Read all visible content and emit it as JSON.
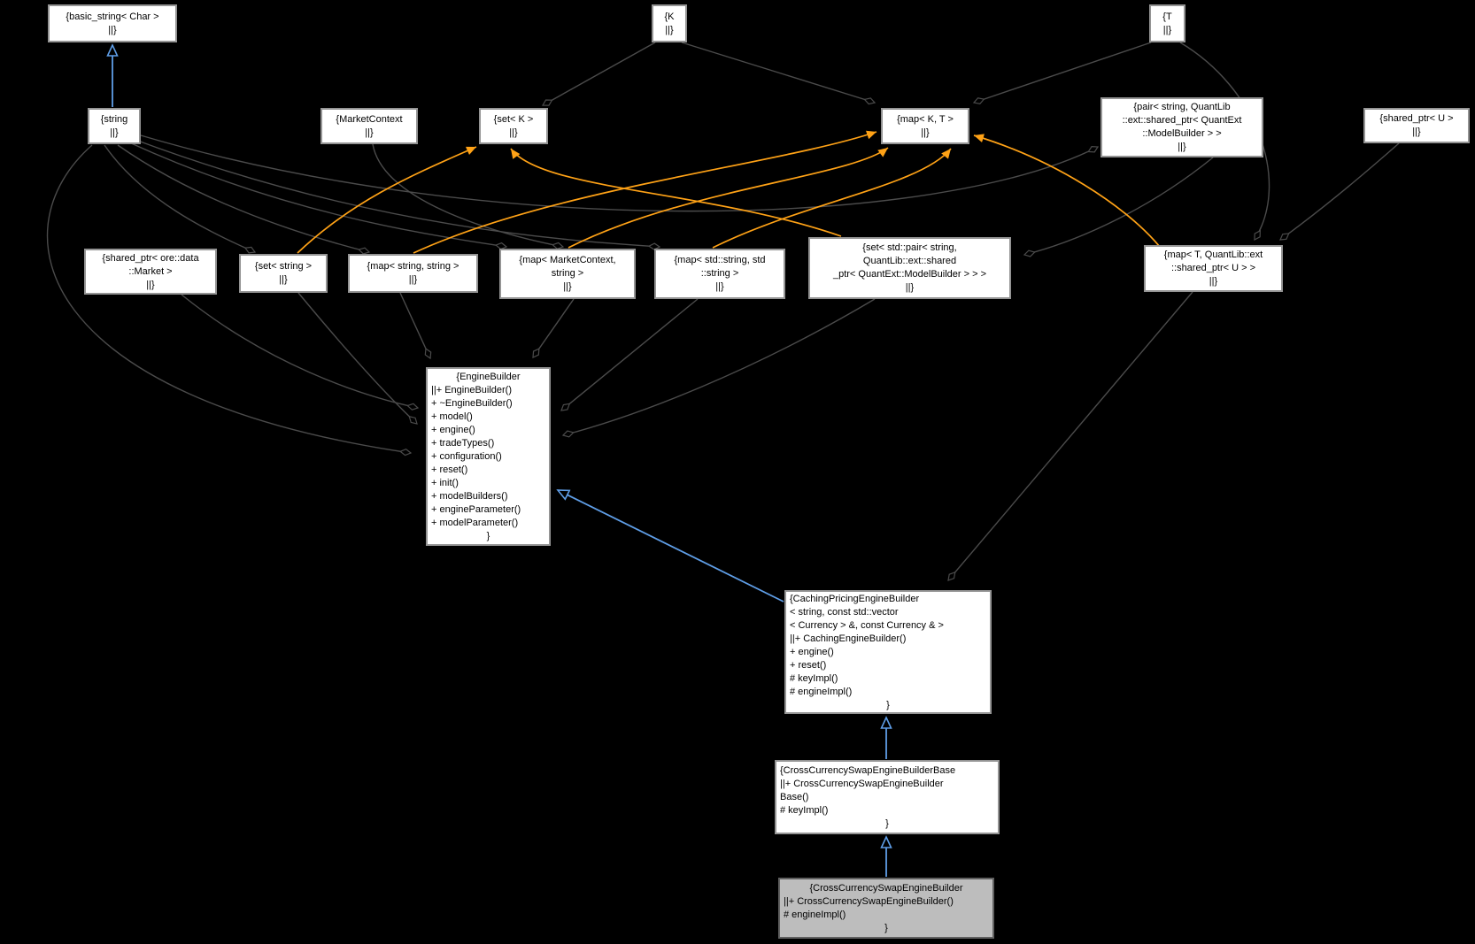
{
  "diagram": {
    "kind": "uml-collaboration-graph",
    "background": "#000000",
    "colors": {
      "inheritance_edge": "#5f9ee7",
      "template_edge": "#ffa216",
      "aggregation_edge": "#4b4b4b",
      "node_fill": "#ffffff",
      "node_border": "#949494",
      "current_node_fill": "#bdbdbd",
      "text": "#000000"
    }
  },
  "nodes": {
    "basic_string": {
      "lines": [
        "{basic_string< Char >",
        "||}"
      ]
    },
    "string": {
      "lines": [
        "{string",
        "||}"
      ]
    },
    "k": {
      "lines": [
        "{K",
        "||}"
      ]
    },
    "t": {
      "lines": [
        "{T",
        "||}"
      ]
    },
    "market_context": {
      "lines": [
        "{MarketContext",
        "||}"
      ]
    },
    "set_k": {
      "lines": [
        "{set< K >",
        "||}"
      ]
    },
    "map_k_t": {
      "lines": [
        "{map< K, T >",
        "||}"
      ]
    },
    "pair": {
      "lines": [
        "{pair< string, QuantLib",
        "::ext::shared_ptr< QuantExt",
        "::ModelBuilder > >",
        "||}"
      ]
    },
    "shared_ptr_u": {
      "lines": [
        "{shared_ptr< U >",
        "||}"
      ]
    },
    "shared_ptr_market": {
      "lines": [
        "{shared_ptr< ore::data",
        "::Market >",
        "||}"
      ]
    },
    "set_string": {
      "lines": [
        "{set< string >",
        "||}"
      ]
    },
    "map_string_string": {
      "lines": [
        "{map< string, string >",
        "||}"
      ]
    },
    "map_mc_string": {
      "lines": [
        "{map< MarketContext,",
        "string >",
        "||}"
      ]
    },
    "map_ss": {
      "lines": [
        "{map< std::string, std",
        "::string >",
        "||}"
      ]
    },
    "set_pair": {
      "lines": [
        "{set< std::pair< string,",
        "QuantLib::ext::shared",
        "_ptr< QuantExt::ModelBuilder > > >",
        "||}"
      ]
    },
    "map_t_u": {
      "lines": [
        "{map< T, QuantLib::ext",
        "::shared_ptr< U > >",
        "||}"
      ]
    },
    "engine_builder": {
      "lines": [
        "{EngineBuilder",
        "||+ EngineBuilder()",
        "+ ~EngineBuilder()",
        "+ model()",
        "+ engine()",
        "+ tradeTypes()",
        "+ configuration()",
        "+ reset()",
        "+ init()",
        "+ modelBuilders()",
        "+ engineParameter()",
        "+ modelParameter()",
        "}"
      ]
    },
    "caching": {
      "lines": [
        "{CachingPricingEngineBuilder",
        "< string, const std::vector",
        "< Currency > &, const Currency & >",
        "||+ CachingEngineBuilder()",
        "+ engine()",
        "+ reset()",
        "# keyImpl()",
        "# engineImpl()",
        "}"
      ]
    },
    "base": {
      "lines": [
        "{CrossCurrencySwapEngineBuilderBase",
        "||+ CrossCurrencySwapEngineBuilder",
        "Base()",
        "# keyImpl()",
        "}"
      ]
    },
    "ccseb": {
      "lines": [
        "{CrossCurrencySwapEngineBuilder",
        "||+ CrossCurrencySwapEngineBuilder()",
        "# engineImpl()",
        "}"
      ]
    }
  }
}
